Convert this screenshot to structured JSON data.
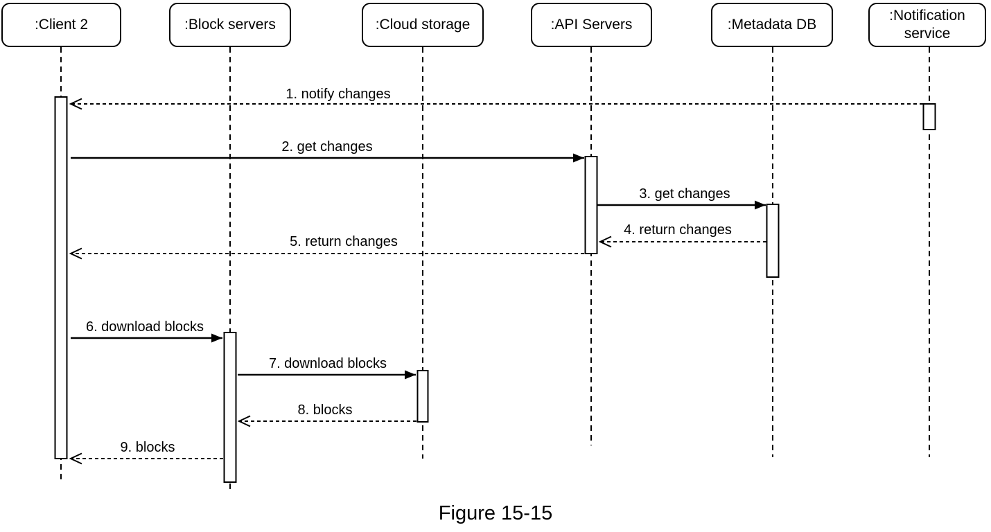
{
  "diagram": {
    "type": "uml-sequence-diagram",
    "caption": "Figure 15-15",
    "colors": {
      "stroke": "#000000",
      "background": "#ffffff",
      "text": "#000000"
    },
    "actors": [
      {
        "id": "client2",
        "label": ":Client 2"
      },
      {
        "id": "block-servers",
        "label": ":Block servers"
      },
      {
        "id": "cloud-storage",
        "label": ":Cloud storage"
      },
      {
        "id": "api-servers",
        "label": ":API Servers"
      },
      {
        "id": "metadata-db",
        "label": ":Metadata DB"
      },
      {
        "id": "notification-service",
        "label": ":Notification service"
      }
    ],
    "messages": [
      {
        "label": "1. notify changes",
        "from": ":Notification service",
        "to": ":Client 2",
        "line": "dashed",
        "arrowhead": "open"
      },
      {
        "label": "2. get changes",
        "from": ":Client 2",
        "to": ":API Servers",
        "line": "solid",
        "arrowhead": "filled"
      },
      {
        "label": "3. get changes",
        "from": ":API Servers",
        "to": ":Metadata DB",
        "line": "solid",
        "arrowhead": "filled"
      },
      {
        "label": "4. return changes",
        "from": ":Metadata DB",
        "to": ":API Servers",
        "line": "dashed",
        "arrowhead": "open"
      },
      {
        "label": "5. return changes",
        "from": ":API Servers",
        "to": ":Client 2",
        "line": "dashed",
        "arrowhead": "open"
      },
      {
        "label": "6. download blocks",
        "from": ":Client 2",
        "to": ":Block servers",
        "line": "solid",
        "arrowhead": "filled"
      },
      {
        "label": "7. download blocks",
        "from": ":Block servers",
        "to": ":Cloud storage",
        "line": "solid",
        "arrowhead": "filled"
      },
      {
        "label": "8. blocks",
        "from": ":Cloud storage",
        "to": ":Block servers",
        "line": "dashed",
        "arrowhead": "open"
      },
      {
        "label": "9. blocks",
        "from": ":Block servers",
        "to": ":Client 2",
        "line": "dashed",
        "arrowhead": "open"
      }
    ]
  }
}
